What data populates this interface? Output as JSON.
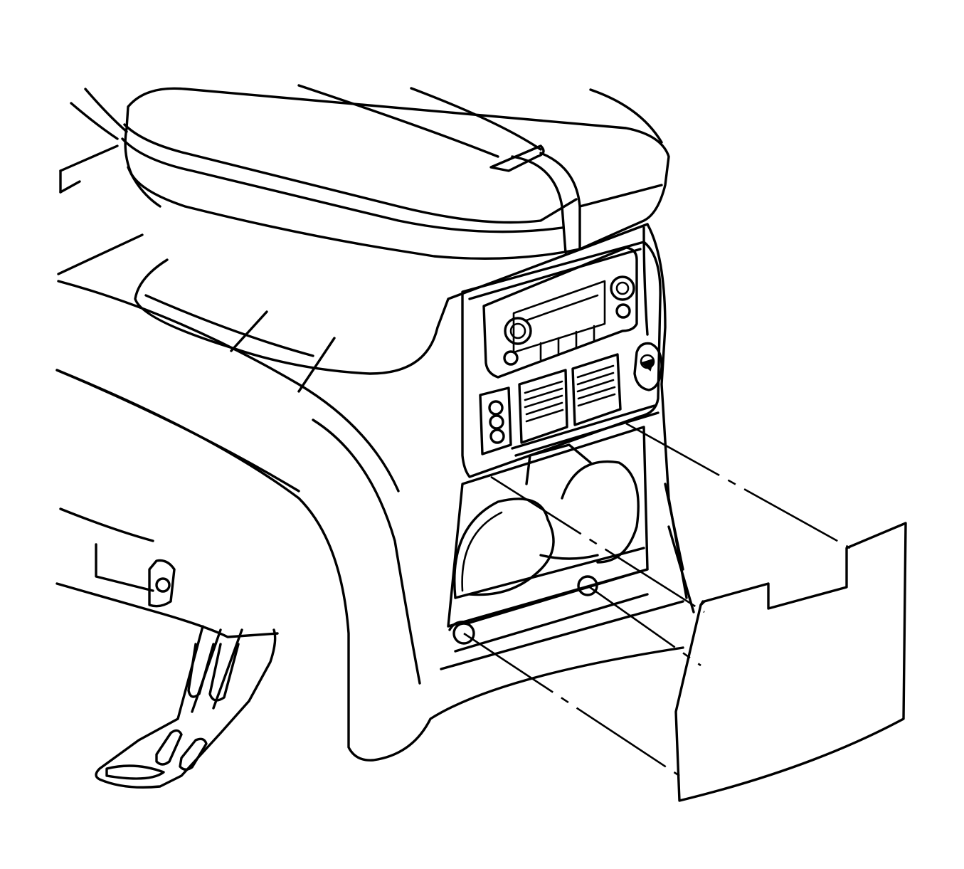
{
  "diagram": {
    "type": "exploded-view line illustration",
    "colors": {
      "background": "#ffffff",
      "ink": "#000000"
    },
    "parts": [
      "armrest-lid",
      "floor-console-body",
      "rear-radio-control-panel",
      "rear-air-vent-left",
      "rear-air-vent-right",
      "power-outlet",
      "rear-cupholders",
      "mounting-bracket",
      "storage-tray"
    ]
  }
}
